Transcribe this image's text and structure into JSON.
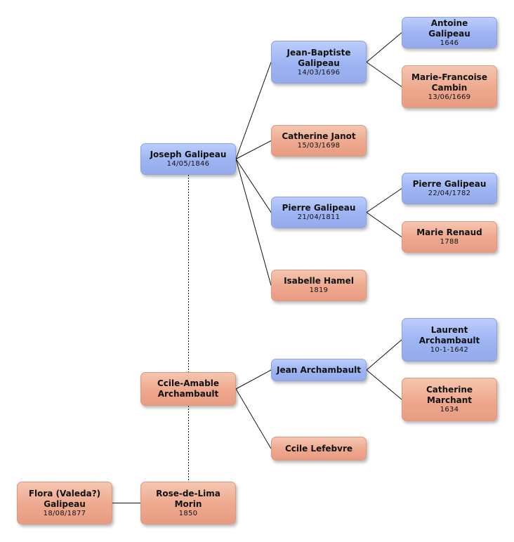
{
  "people": {
    "joseph": {
      "name": "Joseph Galipeau",
      "date": "14/05/1846",
      "sex": "male"
    },
    "jean_baptiste": {
      "name": "Jean-Baptiste Galipeau",
      "date": "14/03/1696",
      "sex": "male"
    },
    "catherine_janot": {
      "name": "Catherine Janot",
      "date": "15/03/1698",
      "sex": "female"
    },
    "pierre_1811": {
      "name": "Pierre Galipeau",
      "date": "21/04/1811",
      "sex": "male"
    },
    "isabelle": {
      "name": "Isabelle Hamel",
      "date": "1819",
      "sex": "female"
    },
    "antoine": {
      "name": "Antoine Galipeau",
      "date": "1646",
      "sex": "male"
    },
    "marie_francoise": {
      "name": "Marie-Francoise Cambin",
      "date": "13/06/1669",
      "sex": "female"
    },
    "pierre_1782": {
      "name": "Pierre Galipeau",
      "date": "22/04/1782",
      "sex": "male"
    },
    "marie_renaud": {
      "name": "Marie Renaud",
      "date": "1788",
      "sex": "female"
    },
    "ccile_amable": {
      "name": "Ccile-Amable Archambault",
      "date": "",
      "sex": "female"
    },
    "jean_archambault": {
      "name": "Jean Archambault",
      "date": "",
      "sex": "male"
    },
    "ccile_lefebvre": {
      "name": "Ccile Lefebvre",
      "date": "",
      "sex": "female"
    },
    "laurent": {
      "name": "Laurent Archambault",
      "date": "10-1-1642",
      "sex": "male"
    },
    "catherine_marchant": {
      "name": "Catherine Marchant",
      "date": "1634",
      "sex": "female"
    },
    "rose": {
      "name": "Rose-de-Lima Morin",
      "date": "1850",
      "sex": "female"
    },
    "flora": {
      "name": "Flora (Valeda?) Galipeau",
      "date": "18/08/1877",
      "sex": "female"
    }
  },
  "links": [
    {
      "from": "joseph",
      "to": [
        "jean_baptiste",
        "catherine_janot",
        "pierre_1811",
        "isabelle"
      ]
    },
    {
      "from": "jean_baptiste",
      "to": [
        "antoine",
        "marie_francoise"
      ]
    },
    {
      "from": "pierre_1811",
      "to": [
        "pierre_1782",
        "marie_renaud"
      ]
    },
    {
      "from": "ccile_amable",
      "to": [
        "jean_archambault",
        "ccile_lefebvre"
      ]
    },
    {
      "from": "jean_archambault",
      "to": [
        "laurent",
        "catherine_marchant"
      ]
    },
    {
      "from": "flora",
      "to": [
        "rose"
      ]
    }
  ],
  "partner_links": [
    {
      "from": "joseph",
      "to": "ccile_amable"
    },
    {
      "from": "ccile_amable",
      "to": "rose"
    }
  ],
  "colors": {
    "line": "#111111",
    "male": "#9db4f3",
    "female": "#eea88e"
  }
}
